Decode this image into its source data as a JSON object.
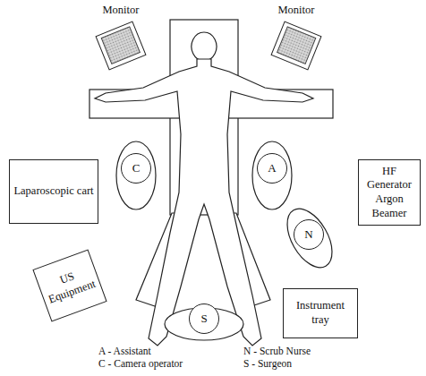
{
  "diagram": {
    "nodes": [
      {
        "text": [
          "Monitor"
        ]
      },
      {
        "text": [
          "Monitor"
        ]
      },
      {
        "text": [
          "Laparoscopic cart"
        ]
      },
      {
        "text": [
          "C"
        ]
      },
      {
        "text": [
          "A"
        ]
      },
      {
        "text": [
          "HF Generator Argon Beamer"
        ]
      },
      {
        "text": [
          "N"
        ]
      },
      {
        "text": [
          "US Equipment"
        ]
      },
      {
        "text": [
          "S"
        ]
      },
      {
        "text": [
          "Instrument tray"
        ]
      }
    ],
    "labels": [
      "A - Assistant",
      "C - Camera operator",
      "N - Scrub Nurse",
      "S - Surgeon"
    ]
  }
}
